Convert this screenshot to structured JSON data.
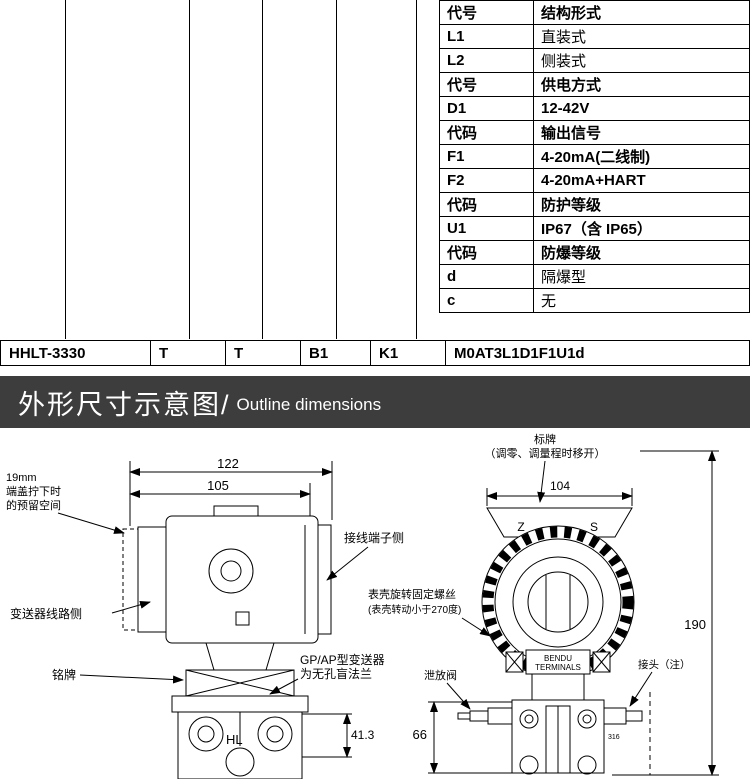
{
  "spec_table": {
    "rows": [
      {
        "code": "代号",
        "value": "结构形式"
      },
      {
        "code": "L1",
        "value": "直装式"
      },
      {
        "code": "L2",
        "value": "侧装式"
      },
      {
        "code": "代号",
        "value": "供电方式"
      },
      {
        "code": "D1",
        "value": "12-42V"
      },
      {
        "code": "代码",
        "value": "输出信号"
      },
      {
        "code": "F1",
        "value": "4-20mA(二线制)"
      },
      {
        "code": "F2",
        "value": "4-20mA+HART"
      },
      {
        "code": "代码",
        "value": "防护等级"
      },
      {
        "code": "U1",
        "value": "IP67（含 IP65）"
      },
      {
        "code": "代码",
        "value": "防爆等级"
      },
      {
        "code": "d",
        "value": "隔爆型"
      },
      {
        "code": "c",
        "value": "无"
      }
    ]
  },
  "model_row": {
    "model": "HHLT-3330",
    "cell2": "T",
    "cell3": "T",
    "cell4": "B1",
    "cell5": "K1",
    "code_string": "M0AT3L1D1F1U1d"
  },
  "banner": {
    "title_cn": "外形尺寸示意图/",
    "title_en": "Outline dimensions"
  },
  "drawing": {
    "left": {
      "dim_total_width": "122",
      "dim_body_width": "105",
      "dim_flange_height": "41.3",
      "label_hl": "HL",
      "reserve_line1": "19mm",
      "reserve_line2": "端盖拧下时",
      "reserve_line3": "的预留空间",
      "terminal_side": "接线端子侧",
      "circuit_side": "变送器线路侧",
      "nameplate": "铭牌",
      "blind_flange_line1": "GP/AP型变送器",
      "blind_flange_line2": "为无孔盲法兰"
    },
    "right": {
      "dim_top_width": "104",
      "dim_height": "190",
      "dim_bottom": "66",
      "tag_line1": "标牌",
      "tag_line2": "（调零、调量程时移开）",
      "letter_z": "Z",
      "letter_s": "S",
      "screw_line1": "表壳旋转固定螺丝",
      "screw_line2": "(表壳转动小于270度)",
      "terminals_line1": "BENDU",
      "terminals_line2": "TERMINALS",
      "drain_valve": "泄放阀",
      "connector": "接头（注）",
      "steel_mark": "316"
    }
  }
}
